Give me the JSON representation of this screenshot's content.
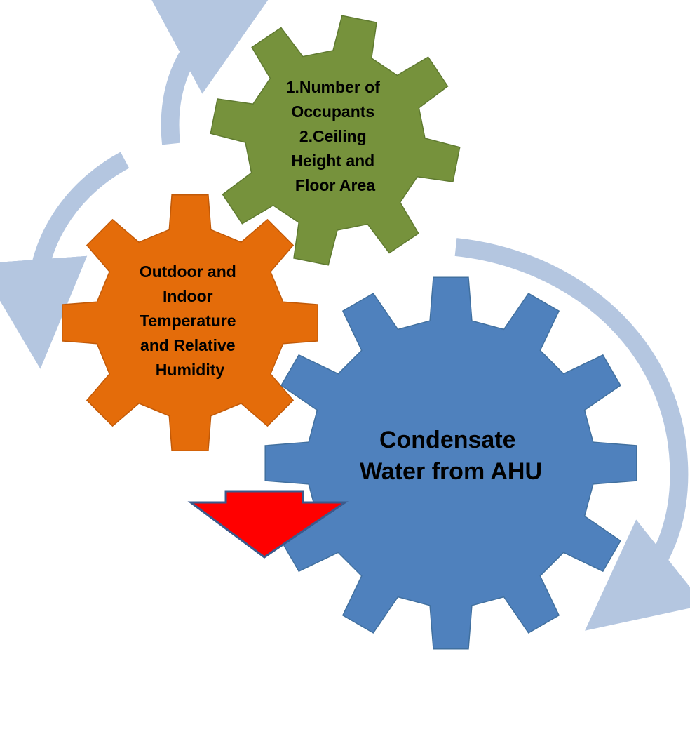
{
  "gears": {
    "green": {
      "lines": [
        "1.Number of",
        "Occupants",
        "2.Ceiling",
        "Height and",
        "Floor Area"
      ],
      "fill": "#76923C",
      "stroke": "#5F7A30"
    },
    "orange": {
      "lines": [
        "Outdoor and",
        "Indoor",
        "Temperature",
        "and Relative",
        "Humidity"
      ],
      "fill": "#E46C0A",
      "stroke": "#C25A08"
    },
    "blue": {
      "lines": [
        "Condensate",
        "Water from AHU"
      ],
      "fill": "#4F81BD",
      "stroke": "#41709F"
    }
  },
  "cycle_arrow_color": "#B4C6E0",
  "down_arrow": {
    "fill": "#FF0000",
    "stroke": "#3B5A8C"
  }
}
